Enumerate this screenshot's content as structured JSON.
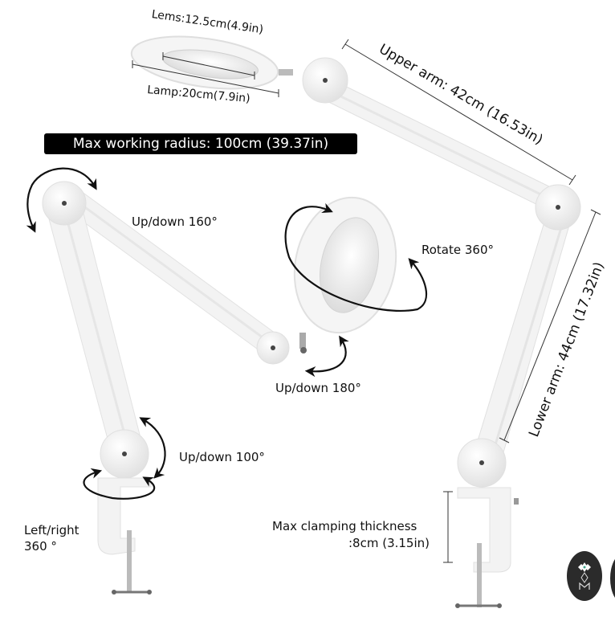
{
  "labels": {
    "lens": "Lems:12.5cm(4.9in)",
    "lamp": "Lamp:20cm(7.9in)",
    "upper_arm": "Upper arm: 42cm (16.53in)",
    "max_radius": "Max working radius: 100cm (39.37in)",
    "updown160": "Up/down 160°",
    "rotate360": "Rotate 360°",
    "updown180": "Up/down 180°",
    "lower_arm": "Lower arm: 44cm (17.32in)",
    "updown100": "Up/down 100°",
    "leftright_line1": "Left/right",
    "leftright_line2": "360 °",
    "clamp_line1": "Max clamping thickness",
    "clamp_line2": ":8cm (3.15in)"
  },
  "colors": {
    "banner_bg": "#000000",
    "banner_text": "#ffffff",
    "lamp_body": "#f4f4f4",
    "lamp_edge": "#d9d9d9",
    "arrow": "#111111",
    "logo_bg": "#2b2b2b",
    "logo_accent": "#3fa38a"
  }
}
